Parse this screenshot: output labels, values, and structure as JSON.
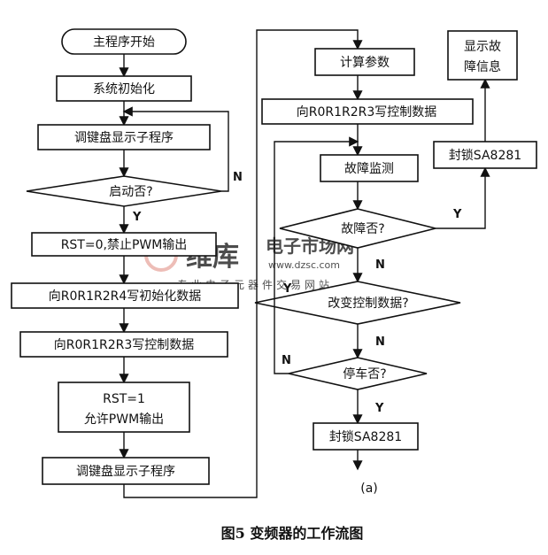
{
  "left": {
    "start": "主程序开始",
    "init": "系统初始化",
    "kbd1": "调键盘显示子程序",
    "start_q": "启动否?",
    "rst0": "RST=0,禁止PWM输出",
    "write_init": "向R0R1R2R4写初始化数据",
    "write_ctrl": "向R0R1R2R3写控制数据",
    "rst1_line1": "RST=1",
    "rst1_line2": "允许PWM输出",
    "kbd2": "调键盘显示子程序"
  },
  "right": {
    "calc": "计算参数",
    "write_ctrl": "向R0R1R2R3写控制数据",
    "monitor": "故障监测",
    "fault_q": "故障否?",
    "change_q": "改变控制数据?",
    "stop_q": "停车否?",
    "lock_bottom": "封锁SA8281",
    "lock_top": "封锁SA8281",
    "show_fault_line1": "显示故",
    "show_fault_line2": "障信息"
  },
  "labels": {
    "n": "N",
    "y": "Y",
    "sub": "(a)"
  },
  "watermark": {
    "logo": "维库",
    "cn": "电子市场网",
    "url": "www.dzsc.com",
    "tagline": "专业电子元器件交易网站"
  },
  "caption": "图5  变频器的工作流图",
  "colors": {
    "watermark": "#e8a79f"
  }
}
